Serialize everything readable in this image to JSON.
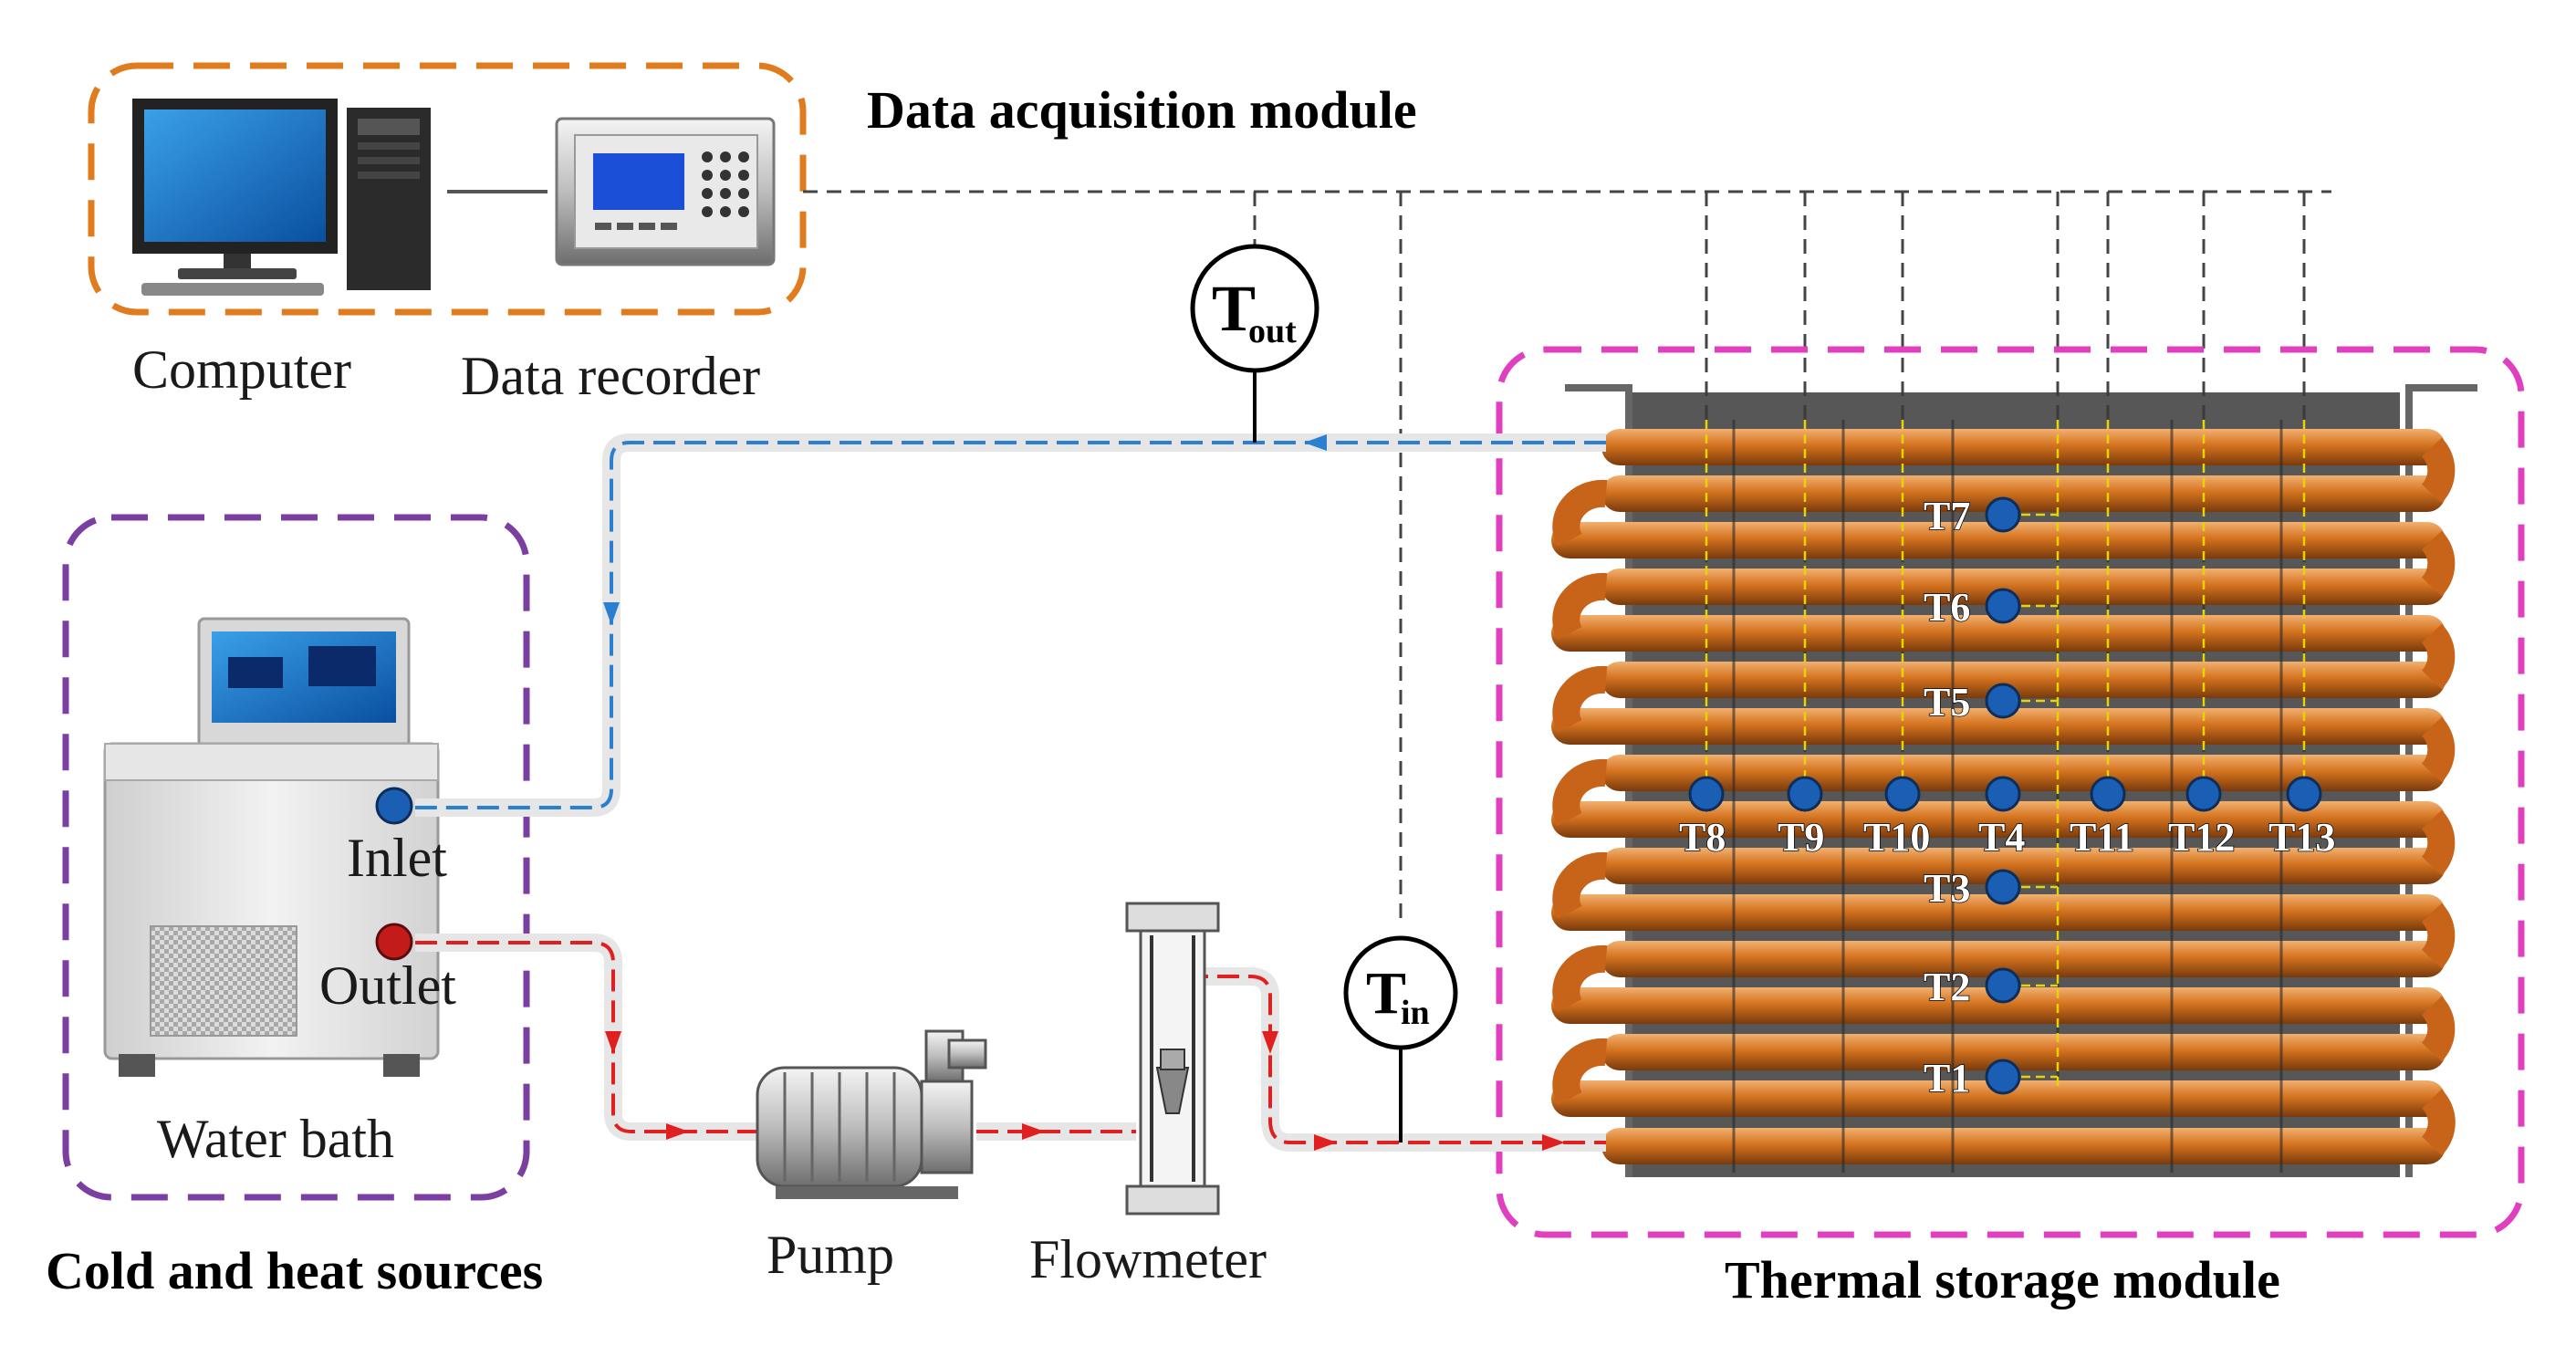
{
  "titles": {
    "data_acquisition": "Data acquisition module",
    "cold_heat": "Cold and heat sources",
    "thermal_storage": "Thermal storage module"
  },
  "labels": {
    "computer": "Computer",
    "data_recorder": "Data recorder",
    "water_bath": "Water bath",
    "inlet": "Inlet",
    "outlet": "Outlet",
    "pump": "Pump",
    "flowmeter": "Flowmeter"
  },
  "gauges": {
    "t_out_main": "T",
    "t_out_sub": "out",
    "t_in_main": "T",
    "t_in_sub": "in"
  },
  "sensors": {
    "vertical": [
      "T7",
      "T6",
      "T5",
      "T3",
      "T2",
      "T1"
    ],
    "horizontal": [
      "T8",
      "T9",
      "T10",
      "T4",
      "T11",
      "T12",
      "T13"
    ]
  },
  "colors": {
    "acquisition_border": "#e07b1e",
    "source_border": "#7a3fa0",
    "storage_border": "#e040c0",
    "cold_flow": "#2a7fd0",
    "hot_flow": "#e02020",
    "sensor_dot": "#1a5fb4",
    "pipe": "#c8631a"
  }
}
